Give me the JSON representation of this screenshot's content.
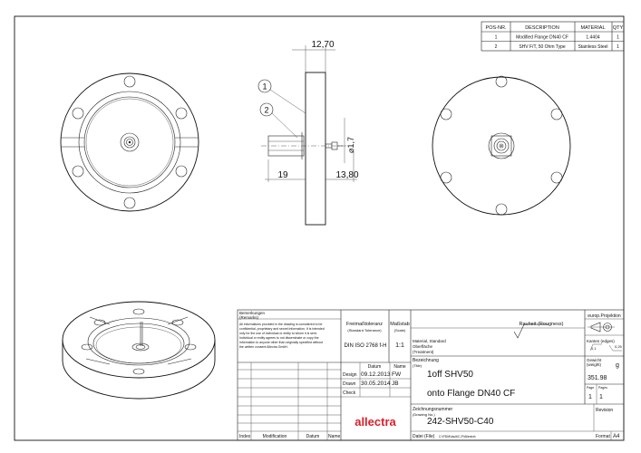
{
  "parts_list": {
    "headers": [
      "POS-NR.",
      "DESCRIPTION",
      "MATERIAL",
      "QTY"
    ],
    "rows": [
      [
        "1",
        "Modified Flange DN40 CF",
        "1.4404",
        "1"
      ],
      [
        "2",
        "SHV F/T, 50 Ohm Type",
        "Stainless Steel",
        "1"
      ]
    ]
  },
  "dimensions": {
    "top_width": "12,70",
    "diameter": "⌀1,7",
    "left_length": "19",
    "right_length": "13,80"
  },
  "callouts": [
    "1",
    "2"
  ],
  "title_block": {
    "remarks_title": "Bemerkungen",
    "remarks_subtitle": "(Remarks)",
    "remarks_text": [
      "All informations provided in the drawing is considered to be",
      "confidential, proprietary and secret information. It is intended",
      "only for the use of individual or entity to whom it is sent.",
      "Individual or entity agrees to not disseminate or copy the",
      "information to anyone other than originally specified without",
      "the written consent Allectra GmbH."
    ],
    "tolerance_label": "Freimaßtoleranz",
    "tolerance_sub": "(Standard Tolerance)",
    "tolerance_value": "DIN ISO 2768 f-H",
    "scale_label": "Maßstab",
    "scale_sub": "(Scale)",
    "scale_value": "1:1",
    "roughness_label": "Rauheit (Rougness)",
    "projection_label": "europ.Projektion",
    "edges_label": "Kanten (edges)",
    "edge_left": "0,1",
    "edge_right": "0,25",
    "weight_label": "Gewicht",
    "weight_sub": "(weight)",
    "weight_unit": "g",
    "weight_value": "351.98",
    "page_label": "Page",
    "pages_label": "Pages",
    "page_value": "1",
    "pages_value": "1",
    "material_label": [
      "Material, Standard",
      "Oberfläche",
      "(Treatment)"
    ],
    "designation_label": "Bezeichnung",
    "designation_sub": "(Title)",
    "title_line1": "1off SHV50",
    "title_line2": "onto Flange DN40 CF",
    "date_header": "Datum",
    "name_header": "Name",
    "design_label": "Design",
    "design_date": "09.12.2013",
    "design_name": "FW",
    "drawn_label": "Drawn",
    "drawn_date": "30.05.2014",
    "drawn_name": "JB",
    "check_label": "Check",
    "company": "allectra",
    "drawing_no_label": "Zeichnungsnummer",
    "drawing_no_sub": "(Drawing No.)",
    "drawing_no": "242-SHV50-C40",
    "revision_label": "Revision",
    "file_label": "Datei (File)",
    "file_path": "C:\\PDMVault\\C-P\\Allectra\\",
    "index_label": "Index",
    "modification_label": "Modification",
    "datum_label": "Datum",
    "name_label": "Name",
    "format_label": "Format",
    "format_value": "A4"
  },
  "colors": {
    "line": "#111111",
    "brand_red": "#d8202a"
  }
}
